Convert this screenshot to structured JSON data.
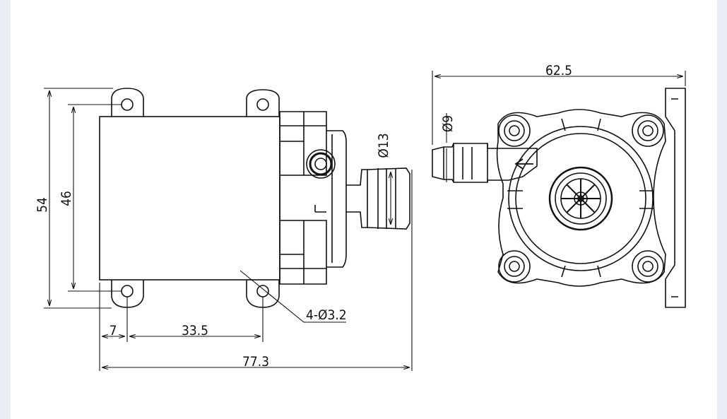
{
  "drawing": {
    "side_view": {
      "dims": {
        "overall_height": "54",
        "hole_spacing_vertical": "46",
        "hole_edge_offset": "7",
        "hole_spacing_horizontal": "33.5",
        "overall_length": "77.3",
        "outlet_diameter": "Ø13",
        "mounting_holes": "4-Ø3.2"
      }
    },
    "front_view": {
      "dims": {
        "overall_width": "62.5",
        "inlet_diameter": "Ø9"
      }
    }
  },
  "colors": {
    "page_bg": "#e9ecf3",
    "sheet_bg": "#ffffff",
    "line": "#111111"
  }
}
